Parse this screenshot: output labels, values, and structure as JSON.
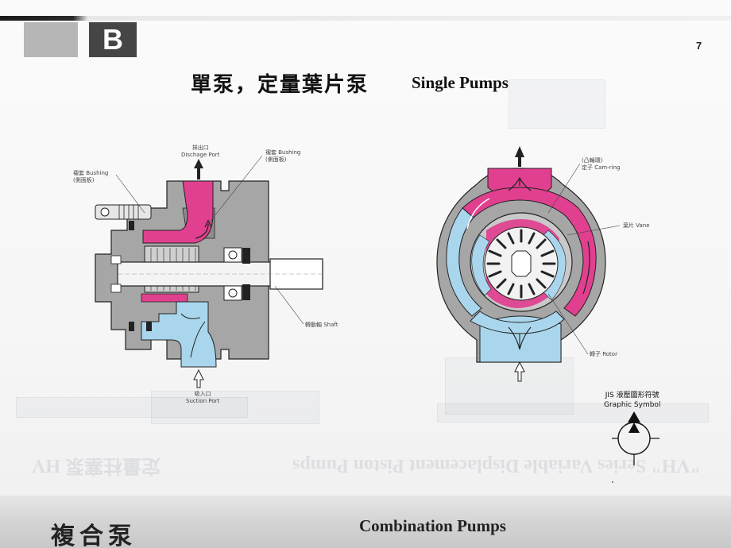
{
  "section_letter": "B",
  "page_number": "7",
  "title": {
    "chinese": "單泵，定量葉片泵",
    "english": "Single Pumps"
  },
  "left_diagram": {
    "labels": {
      "discharge_port": "排出口\nDischage Port",
      "bushing_side_right": "襯套 Bushing\n(側面板)",
      "bushing_side_left": "襯套 Bushing\n(側面板)",
      "shaft": "轉動軸 Shaft",
      "suction_port": "吸入口\nSuction Port"
    }
  },
  "right_diagram": {
    "labels": {
      "cam_ring": "(凸輪環)\n定子 Cam-ring",
      "vane": "葉片 Vane",
      "rotor": "轉子 Rotor"
    }
  },
  "graphic_symbol": {
    "label_cn": "JIS 液壓圖形符號",
    "label_en": "Graphic Symbol"
  },
  "footer": {
    "chinese": "複合泵",
    "english": "Combination Pumps"
  },
  "colors": {
    "pink": "#e0408f",
    "light_blue": "#a9d6ec",
    "gray_body": "#a6a6a6",
    "section_box": "#454545"
  },
  "bleed_through": {
    "line1": "\"VH\" Series Variable Displacement Piston Pumps",
    "line2": "定量柱塞泵 HV"
  }
}
